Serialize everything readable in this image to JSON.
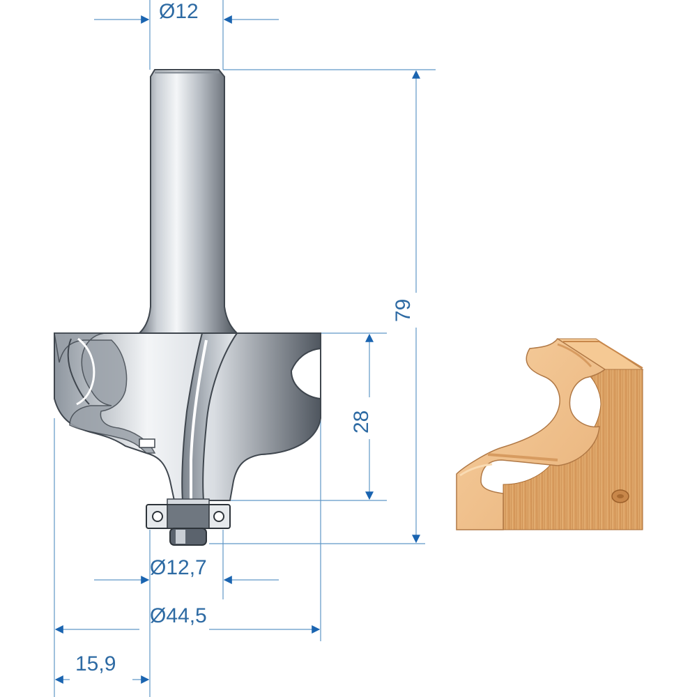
{
  "dimensions": {
    "shank_diameter": "Ø12",
    "total_length": "79",
    "cutting_height": "28",
    "bearing_diameter": "Ø12,7",
    "cutter_diameter": "Ø44,5",
    "cutting_depth": "15,9"
  },
  "colors": {
    "dimension_text": "#2d6aa3",
    "dimension_line": "#5f97c6",
    "arrow": "#1a64b0",
    "steel_light": "#e4e8ed",
    "steel_dark": "#5b636d",
    "wood_face": "#f0c08a",
    "wood_grain": "#c8874a"
  }
}
